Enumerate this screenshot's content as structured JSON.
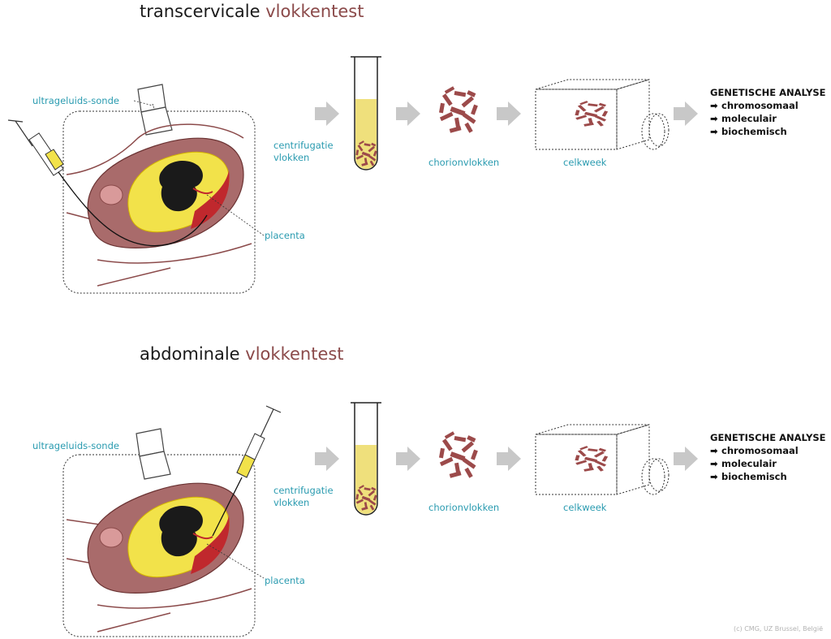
{
  "diagrams": [
    {
      "title_main": "transcervicale",
      "title_accent": "vlokkentest",
      "probe_label": "ultrageluids-sonde",
      "placenta_label": "placenta",
      "centrifuge_label_1": "centrifugatie",
      "centrifuge_label_2": "vlokken",
      "villi_label": "chorionvlokken",
      "culture_label": "celkweek",
      "analysis_heading": "GENETISCHE ANALYSE",
      "analysis_items": [
        "chromosomaal",
        "moleculair",
        "biochemisch"
      ]
    },
    {
      "title_main": "abdominale",
      "title_accent": "vlokkentest",
      "probe_label": "ultrageluids-sonde",
      "placenta_label": "placenta",
      "centrifuge_label_1": "centrifugatie",
      "centrifuge_label_2": "vlokken",
      "villi_label": "chorionvlokken",
      "culture_label": "celkweek",
      "analysis_heading": "GENETISCHE ANALYSE",
      "analysis_items": [
        "chromosomaal",
        "moleculair",
        "biochemisch"
      ]
    }
  ],
  "copyright": "(c) CMG, UZ Brussel, België",
  "colors": {
    "accent": "#8b4a4a",
    "label": "#2a9bb0",
    "uterus": "#a96b6b",
    "placenta": "#c0282d",
    "fluid": "#f2e24a",
    "arrow": "#c8c8c8"
  }
}
